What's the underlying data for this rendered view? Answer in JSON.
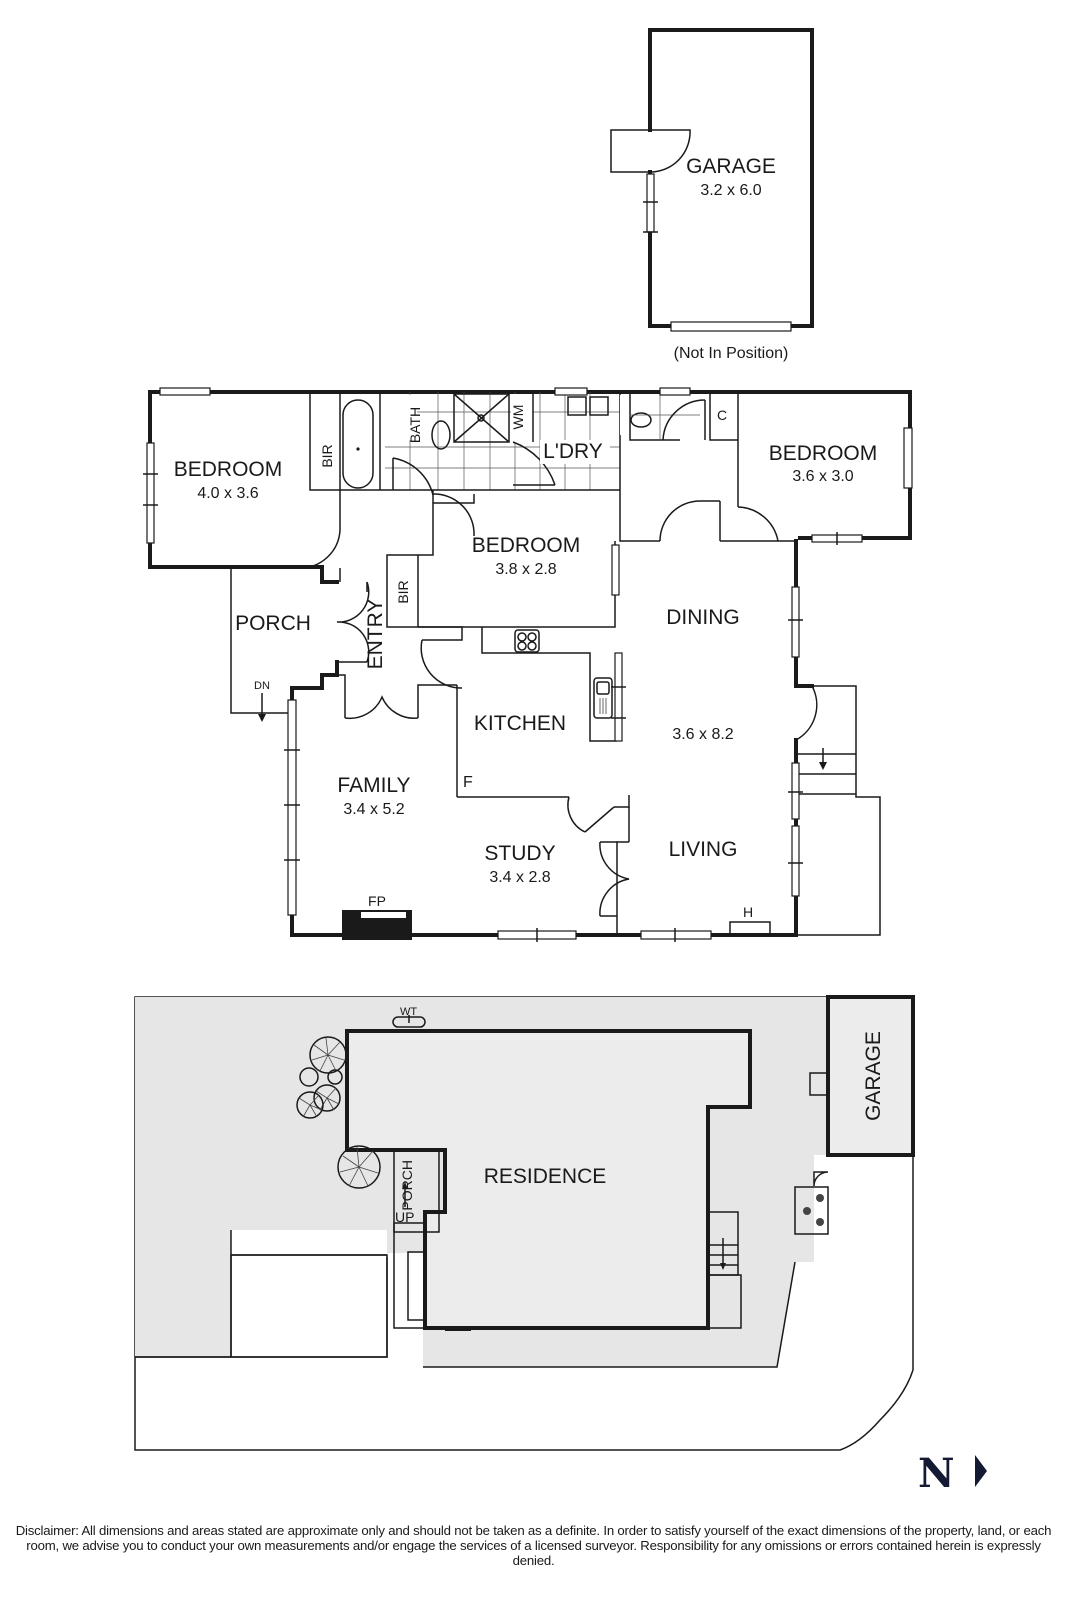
{
  "floorplan": {
    "garage_detached": {
      "label": "GARAGE",
      "dimensions": "3.2 x 6.0",
      "note": "(Not In Position)"
    },
    "rooms": {
      "bedroom_west": {
        "label": "BEDROOM",
        "dimensions": "4.0 x 3.6"
      },
      "bedroom_east": {
        "label": "BEDROOM",
        "dimensions": "3.6 x 3.0"
      },
      "bedroom_center": {
        "label": "BEDROOM",
        "dimensions": "3.8 x 2.8"
      },
      "bir_west": {
        "label": "BIR"
      },
      "bir_center": {
        "label": "BIR"
      },
      "bath": {
        "label": "BATH"
      },
      "wm": {
        "label": "WM"
      },
      "laundry": {
        "label": "L'DRY"
      },
      "cupboard": {
        "label": "C"
      },
      "porch": {
        "label": "PORCH"
      },
      "porch_stair": {
        "label": "DN"
      },
      "entry": {
        "label": "ENTRY"
      },
      "kitchen": {
        "label": "KITCHEN"
      },
      "fridge": {
        "label": "F"
      },
      "dining": {
        "label": "DINING"
      },
      "dining_living_dims": {
        "dimensions": "3.6 x 8.2"
      },
      "living": {
        "label": "LIVING"
      },
      "heater": {
        "label": "H"
      },
      "family": {
        "label": "FAMILY",
        "dimensions": "3.4 x 5.2"
      },
      "fireplace": {
        "label": "FP"
      },
      "study": {
        "label": "STUDY",
        "dimensions": "3.4 x 2.8"
      }
    }
  },
  "siteplan": {
    "residence": {
      "label": "RESIDENCE"
    },
    "garage": {
      "label": "GARAGE"
    },
    "porch": {
      "label": "PORCH"
    },
    "stair_up": {
      "label": "UP"
    },
    "water_tank": {
      "label": "WT"
    },
    "colors": {
      "site": "#e6e6e6",
      "residence": "#ececec",
      "walls": "#1a1a1a"
    }
  },
  "compass": {
    "label": "N",
    "color": "#141a33"
  },
  "disclaimer": {
    "text": "Disclaimer: All dimensions and areas stated are approximate only and should not be taken as a definite. In order to satisfy yourself of the exact dimensions of the property, land, or each room, we advise you to conduct your own measurements and/or engage the services of a licensed surveyor. Responsibility for any omissions or errors contained herein is expressly denied."
  }
}
